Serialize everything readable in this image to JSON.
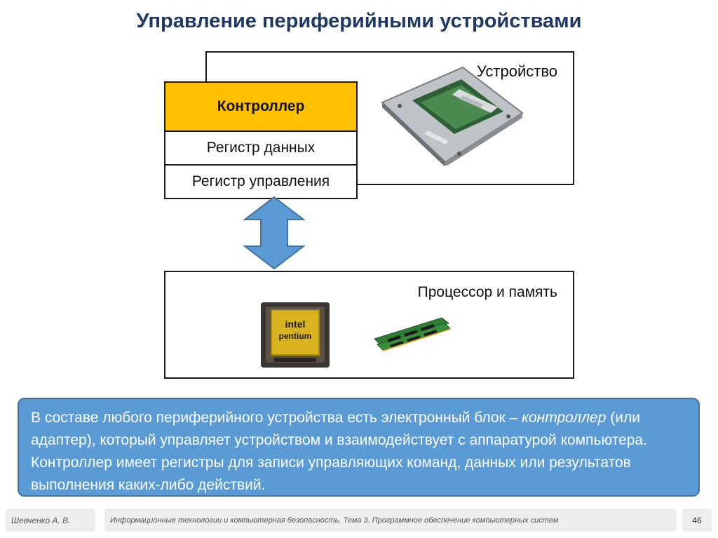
{
  "slide": {
    "title": "Управление периферийными устройствами",
    "device_label": "Устройство",
    "controller": {
      "head": "Контроллер",
      "data_register": "Регистр данных",
      "control_register": "Регистр управления"
    },
    "proc_label": "Процессор и память",
    "cpu_brand": "intel",
    "cpu_model": "pentium",
    "note": {
      "part1": "В составе любого периферийного устройства есть электронный блок – ",
      "emphasis": "контроллер",
      "part2": " (или адаптер), который управляет устройством и взаимодействует с аппаратурой компьютера. Контроллер имеет регистры для записи управляющих команд, данных или результатов выполнения каких-либо действий."
    }
  },
  "footer": {
    "author": "Шевченко А. В.",
    "course": "Информационные технологии и компьютерная безопасность. Тема 3. Программное обеспечение компьютерных систем",
    "page": "46"
  },
  "colors": {
    "title": "#1f3864",
    "controller_fill": "#ffc000",
    "arrow_fill": "#5b9bd5",
    "note_fill": "#5b9bd5"
  },
  "icons": [
    "hard-drive-icon",
    "cpu-chip-icon",
    "ram-module-icon",
    "double-arrow-icon"
  ]
}
